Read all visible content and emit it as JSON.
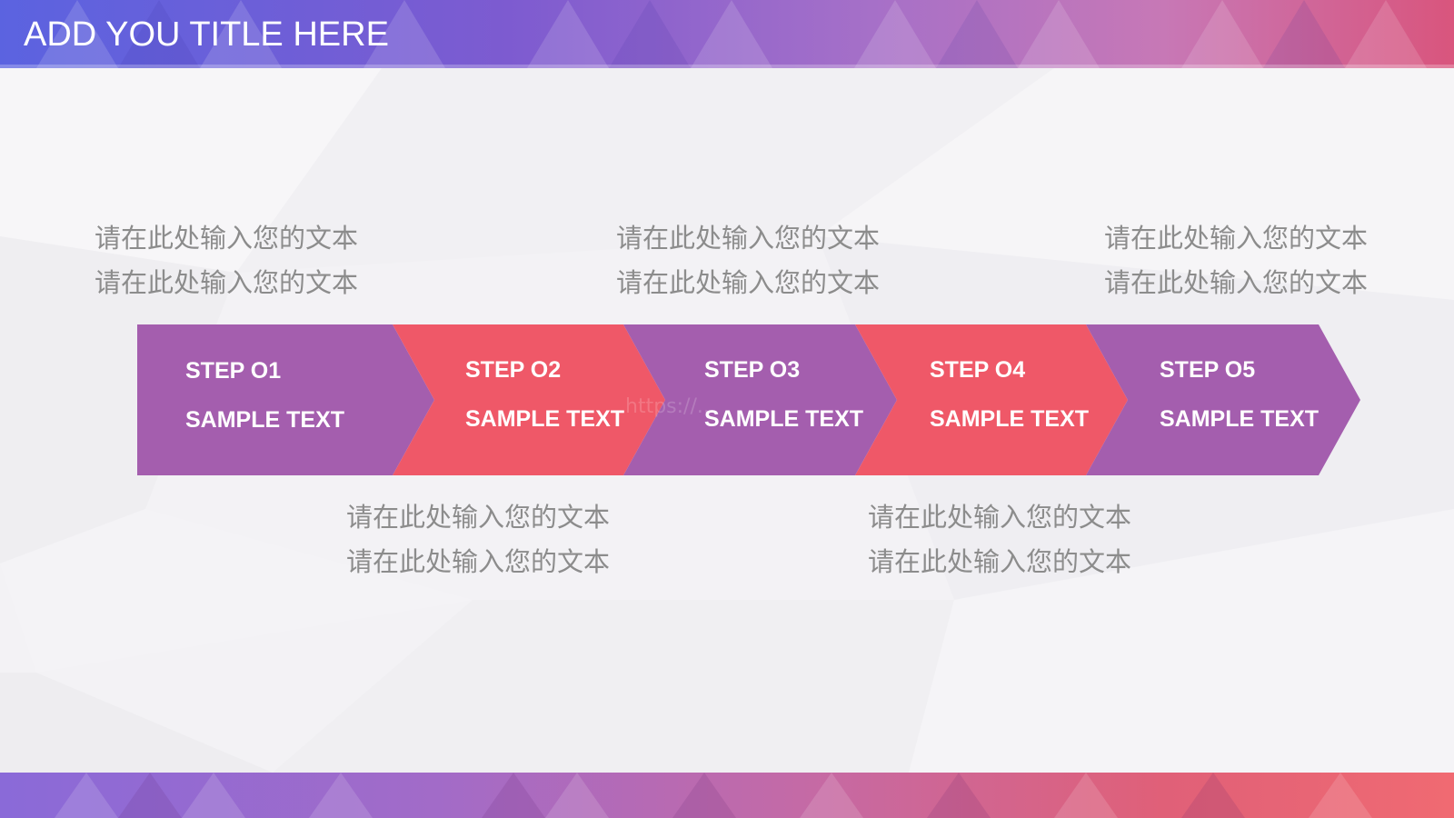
{
  "slide": {
    "title": "ADD YOU TITLE HERE",
    "watermark": "https://..."
  },
  "colors": {
    "purple": "#a45eae",
    "red": "#ef5868",
    "text_gray": "#8c8c8c"
  },
  "steps": [
    {
      "number": "STEP O1",
      "label": "SAMPLE TEXT",
      "color": "#a45eae"
    },
    {
      "number": "STEP O2",
      "label": "SAMPLE TEXT",
      "color": "#ef5868"
    },
    {
      "number": "STEP O3",
      "label": "SAMPLE TEXT",
      "color": "#a45eae"
    },
    {
      "number": "STEP O4",
      "label": "SAMPLE TEXT",
      "color": "#ef5868"
    },
    {
      "number": "STEP O5",
      "label": "SAMPLE TEXT",
      "color": "#a45eae"
    }
  ],
  "notes": {
    "top_1": {
      "line1": "请在此处输入您的文本",
      "line2": "请在此处输入您的文本"
    },
    "top_2": {
      "line1": "请在此处输入您的文本",
      "line2": "请在此处输入您的文本"
    },
    "top_3": {
      "line1": "请在此处输入您的文本",
      "line2": "请在此处输入您的文本"
    },
    "bottom_1": {
      "line1": "请在此处输入您的文本",
      "line2": "请在此处输入您的文本"
    },
    "bottom_2": {
      "line1": "请在此处输入您的文本",
      "line2": "请在此处输入您的文本"
    }
  }
}
